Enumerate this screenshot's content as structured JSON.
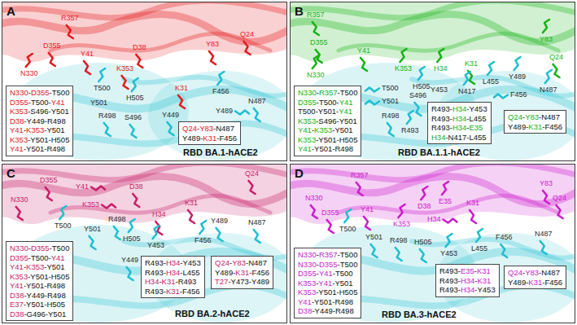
{
  "diagram": {
    "nodes": [
      {
        "text": [
          "A",
          "RBD BA.1-hACE2"
        ]
      },
      {
        "text": [
          "N330-D355-T500 D355-T500-Y41 K353-S496-Y501 D38-Y449-R498 Y41-K353-Y501 K353-Y501-H505 Y41-Y501-R498"
        ],
        "in": 0
      },
      {
        "text": [
          "Q24-Y83-N487 Y489-K31-F456"
        ],
        "in": 0
      },
      {
        "text": [
          "B",
          "RBD BA.1.1-hACE2"
        ]
      },
      {
        "text": [
          "N330-R357-T500 D355-T500-Y41 T500-Y501-Y41 K353-S496-Y501 Y41-K353-Y501 K353-Y501-H505 Y41-Y501-R498"
        ],
        "in": 3
      },
      {
        "text": [
          "R493-H34-Y453 R493-H34-L455 R493-H34-E35 H34-N417-L455"
        ],
        "in": 3
      },
      {
        "text": [
          "Q24-Y83-N487 Y489-K31-F456"
        ],
        "in": 3
      },
      {
        "text": [
          "C",
          "RBD BA.2-hACE2"
        ]
      },
      {
        "text": [
          "N330-D355-T500 D355-T500-Y41 Y41-K353-Y501 K353-Y501-H505 Y41-Y501-R498 D38-Y449-R498 E37-Y501-H505 D38-G496-Y501"
        ],
        "in": 7
      },
      {
        "text": [
          "R493-H34-Y453 R493-H34-L455 H34-K31-R493 R493-K31-F456"
        ],
        "in": 7
      },
      {
        "text": [
          "Q24-Y83-N487 Y489-K31-F456 T27-Y473-Y489"
        ],
        "in": 7
      },
      {
        "text": [
          "D",
          "RBD BA.3-hACE2"
        ]
      },
      {
        "text": [
          "N330-R357-T500 N330-D355-T500 D355-Y41-T500 K353-Y41-Y501 K353-Y501-H505 Y41-Y501-R498 D38-Y449-R498"
        ],
        "in": 11
      },
      {
        "text": [
          "R493-E35-K31 R493-H34-K31 R493-H34-Y453"
        ],
        "in": 11
      },
      {
        "text": [
          "Q24-Y83-N487 Y489-K31-F456"
        ],
        "in": 11
      }
    ],
    "labels": [
      "R357",
      "D355",
      "Y41",
      "D38",
      "K353",
      "N330",
      "Y83",
      "Q24",
      "K31",
      "T500",
      "Y501",
      "R498",
      "H505",
      "S496",
      "Y449",
      "F456",
      "N487",
      "Y489",
      "R357",
      "D355",
      "Y41",
      "N330",
      "K353",
      "H34",
      "K31",
      "Y83",
      "Q24",
      "T500",
      "Y501",
      "R498",
      "H505",
      "S496",
      "R493",
      "Y453",
      "N417",
      "L455",
      "Y489",
      "F456",
      "N487",
      "Q24",
      "D355",
      "Y41",
      "D38",
      "N330",
      "K353",
      "K31",
      "H34",
      "T500",
      "Y501",
      "R498",
      "H505",
      "Y449",
      "Y453",
      "F456",
      "Y489",
      "N487",
      "Y83",
      "Q24",
      "R357",
      "N330",
      "D355",
      "Y41",
      "D38",
      "K353",
      "E35",
      "K31",
      "H34",
      "T500",
      "Y501",
      "R498",
      "H505",
      "Y453",
      "L455",
      "F456",
      "N487"
    ]
  }
}
